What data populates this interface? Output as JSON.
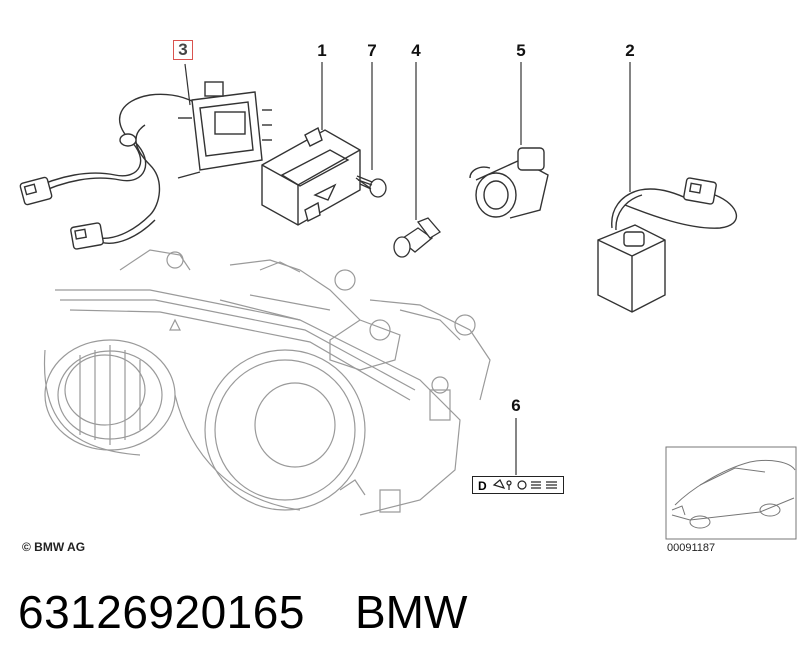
{
  "callouts": {
    "c3": "3",
    "c1": "1",
    "c7": "7",
    "c4": "4",
    "c5": "5",
    "c2": "2",
    "c6": "6"
  },
  "selected_part": "3",
  "label_letter": "D",
  "copyright": "© BMW AG",
  "image_number": "00091187",
  "part_number": "63126920165",
  "brand": "BMW",
  "colors": {
    "line": "#333333",
    "light_line": "#9a9a9a",
    "highlight": "#d9534f"
  }
}
